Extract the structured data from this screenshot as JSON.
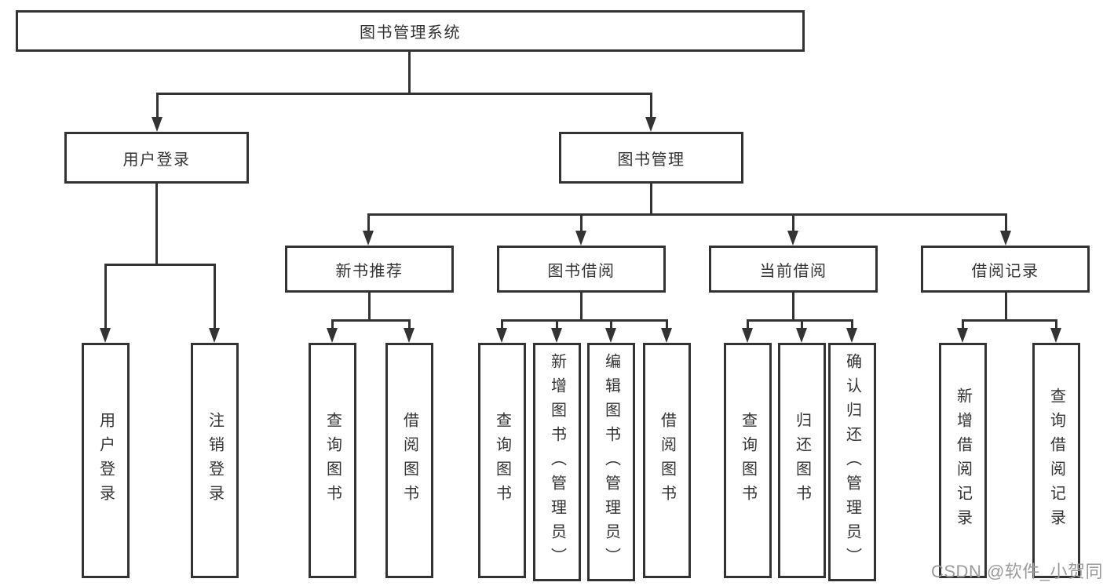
{
  "nodes": {
    "root": "图书管理系统",
    "user_login": "用户登录",
    "book_mgmt": "图书管理",
    "new_book_rec": "新书推荐",
    "book_borrow": "图书借阅",
    "current_borrow": "当前借阅",
    "borrow_records": "借阅记录",
    "leaf_user_login": "用户登录",
    "leaf_logout": "注销登录",
    "leaf_query_books_1": "查询图书",
    "leaf_borrow_books_1": "借阅图书",
    "leaf_query_books_2": "查询图书",
    "leaf_add_books_admin": "新增图书（管理员）",
    "leaf_edit_books_admin": "编辑图书（管理员）",
    "leaf_borrow_books_2": "借阅图书",
    "leaf_query_books_3": "查询图书",
    "leaf_return_books": "归还图书",
    "leaf_confirm_return_admin": "确认归还（管理员）",
    "leaf_add_borrow_record": "新增借阅记录",
    "leaf_query_borrow_record": "查询借阅记录"
  },
  "hierarchy": {
    "图书管理系统": {
      "用户登录": [
        "用户登录",
        "注销登录"
      ],
      "图书管理": {
        "新书推荐": [
          "查询图书",
          "借阅图书"
        ],
        "图书借阅": [
          "查询图书",
          "新增图书（管理员）",
          "编辑图书（管理员）",
          "借阅图书"
        ],
        "当前借阅": [
          "查询图书",
          "归还图书",
          "确认归还（管理员）"
        ],
        "借阅记录": [
          "新增借阅记录",
          "查询借阅记录"
        ]
      }
    }
  },
  "watermark": {
    "text": "CSDN @软件_小贺同学"
  },
  "colors": {
    "line": "#333333",
    "text": "#333333",
    "box_background": "#ffffff",
    "page_background": "#ffffff",
    "watermark": "#9a9a9a"
  }
}
